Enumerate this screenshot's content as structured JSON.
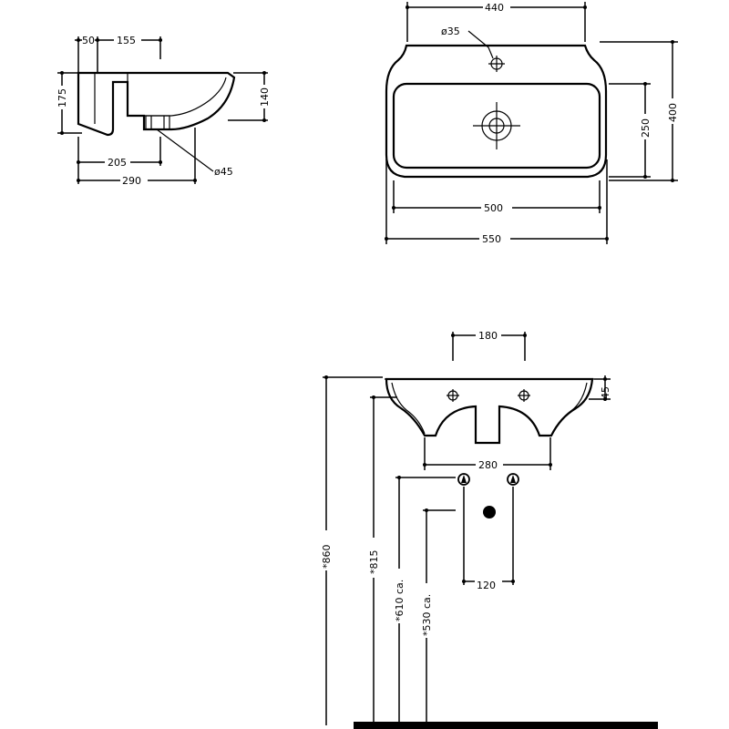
{
  "side_view": {
    "dims": {
      "top_left": "50",
      "top_right": "155",
      "height_left": "175",
      "height_right": "140",
      "bottom_inner": "205",
      "bottom_outer": "290",
      "waste": "ø45"
    }
  },
  "top_view": {
    "dims": {
      "top": "440",
      "tap_hole": "ø35",
      "inner_depth": "250",
      "outer_depth": "400",
      "inner_width": "500",
      "outer_width": "550"
    }
  },
  "front_view": {
    "dims": {
      "holes": "180",
      "rim": "45",
      "bracket": "280",
      "supplies": "120",
      "h860": "*860",
      "h815": "*815",
      "h610": "*610 ca.",
      "h530": "*530 ca."
    }
  },
  "colors": {
    "ink": "#000000",
    "paper": "#ffffff"
  }
}
